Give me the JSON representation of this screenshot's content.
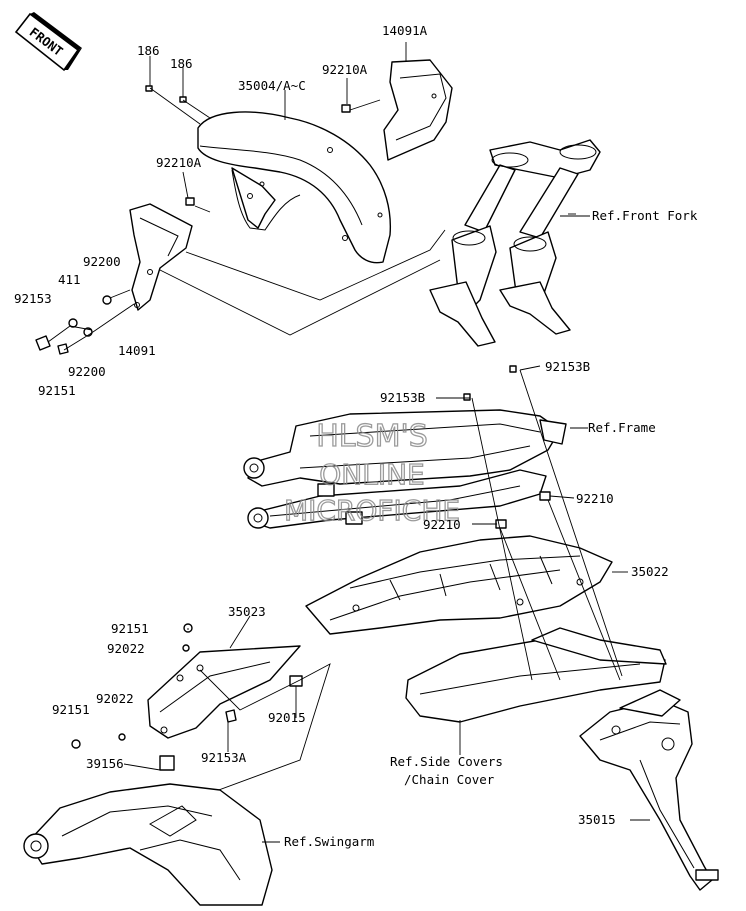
{
  "direction_tag": "FRONT",
  "watermark": [
    "HLSM'S",
    "ONLINE",
    "MICROFICHE"
  ],
  "callouts": {
    "c14091A": "14091A",
    "c186a": "186",
    "c186b": "186",
    "c35004": "35004/A~C",
    "c92210A_top": "92210A",
    "c92210A_mid": "92210A",
    "c92200_top": "92200",
    "c411": "411",
    "c92153": "92153",
    "c14091": "14091",
    "c92200_bot": "92200",
    "c92151_top": "92151",
    "c92153B_right": "92153B",
    "c92153B_left": "92153B",
    "c92210_right": "92210",
    "c92210_left": "92210",
    "c35022": "35022",
    "c35023": "35023",
    "c92151_mid": "92151",
    "c92022_top": "92022",
    "c92022_bot": "92022",
    "c92151_low": "92151",
    "c92015": "92015",
    "c92153A": "92153A",
    "c39156": "39156",
    "c35015": "35015"
  },
  "references": {
    "front_fork": "Ref.Front Fork",
    "frame": "Ref.Frame",
    "side_covers_1": "Ref.Side Covers",
    "side_covers_2": "/Chain Cover",
    "swingarm": "Ref.Swingarm"
  }
}
